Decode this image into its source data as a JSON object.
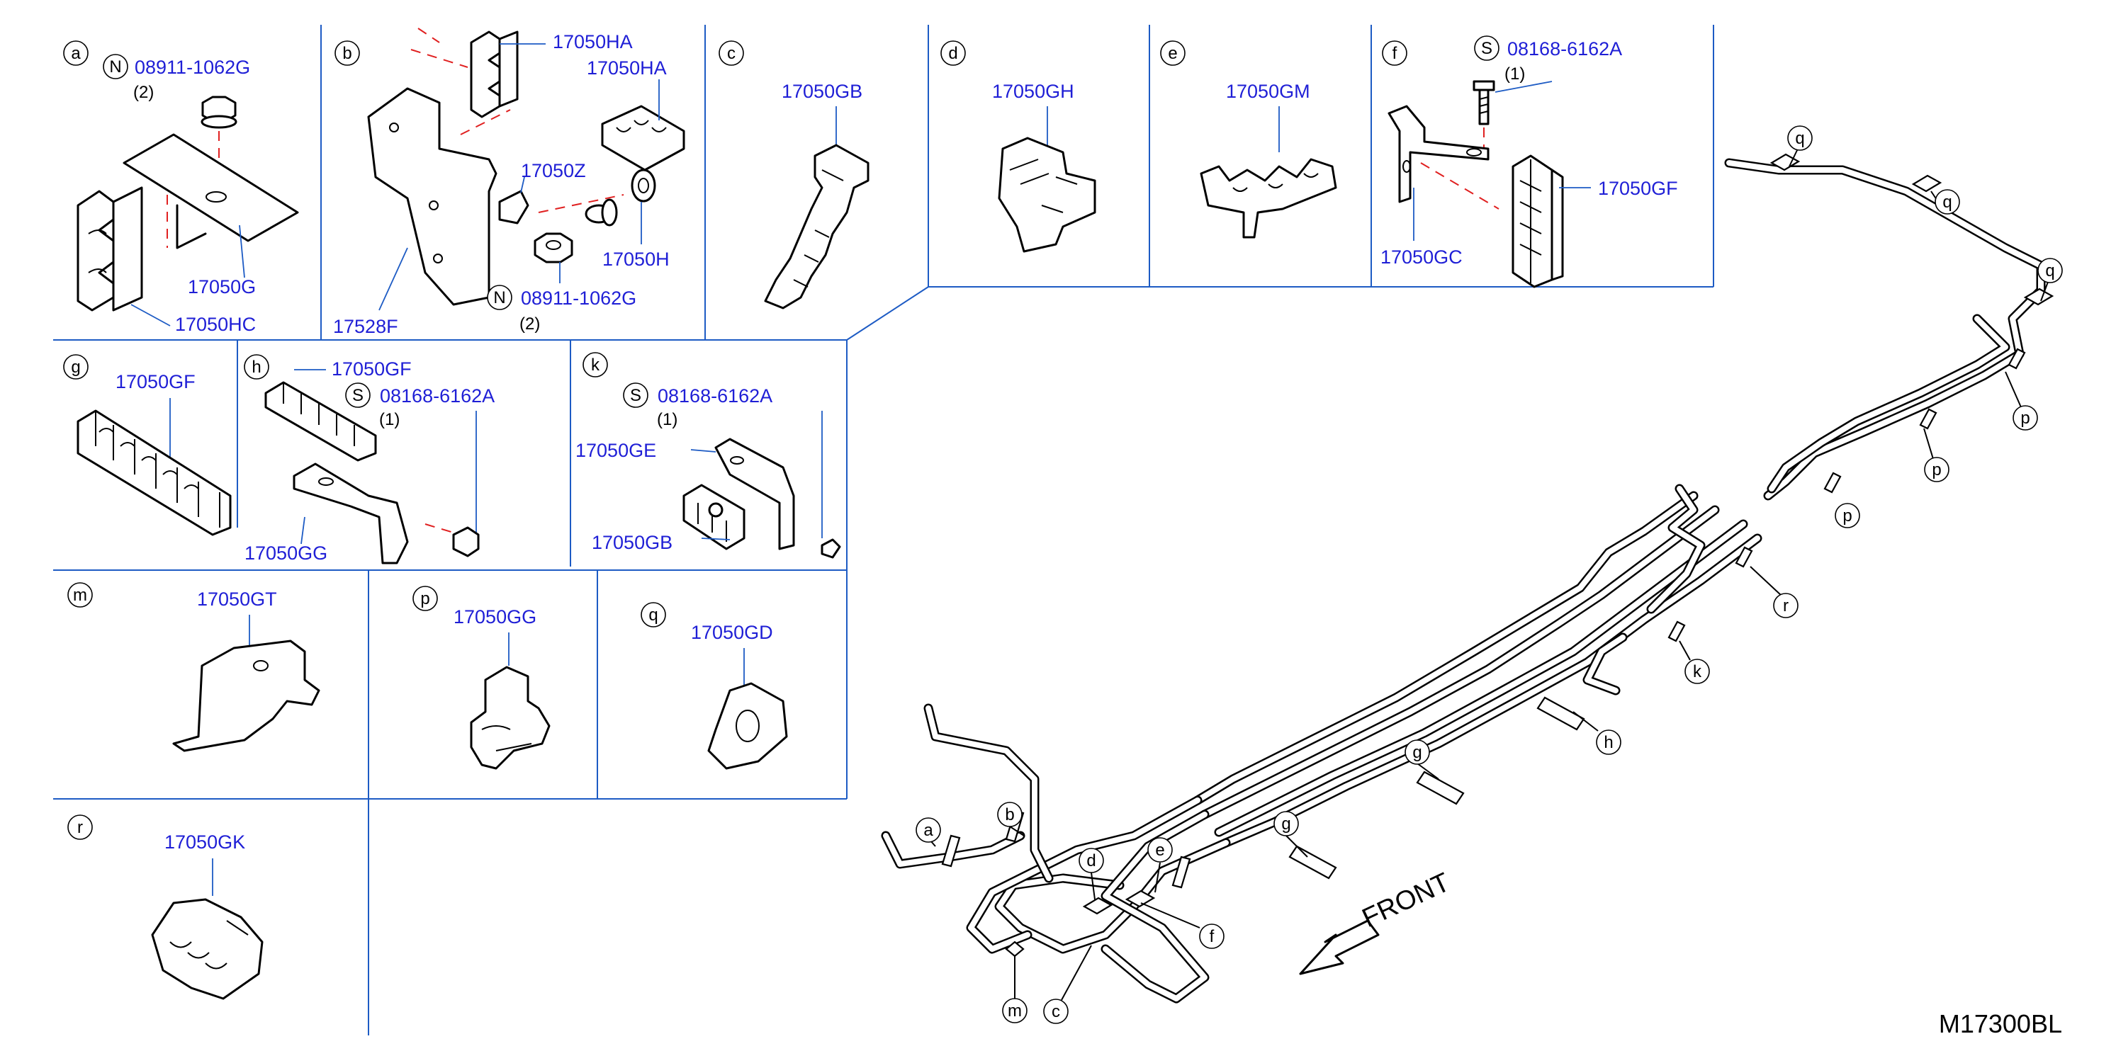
{
  "diagram_code": "M17300BL",
  "front_label": "FRONT",
  "panels": {
    "a": {
      "letter": "a",
      "spec_prefix": "N",
      "spec_part": "08911-1062G",
      "spec_qty": "(2)",
      "parts": [
        "17050G",
        "17050HC"
      ]
    },
    "b": {
      "letter": "b",
      "spec_prefix": "N",
      "spec_part": "08911-1062G",
      "spec_qty": "(2)",
      "parts": [
        "17050HA",
        "17050HA",
        "17050Z",
        "17050H",
        "17528F"
      ]
    },
    "c": {
      "letter": "c",
      "parts": [
        "17050GB"
      ]
    },
    "d": {
      "letter": "d",
      "parts": [
        "17050GH"
      ]
    },
    "e": {
      "letter": "e",
      "parts": [
        "17050GM"
      ]
    },
    "f": {
      "letter": "f",
      "spec_prefix": "S",
      "spec_part": "08168-6162A",
      "spec_qty": "(1)",
      "parts": [
        "17050GF",
        "17050GC"
      ]
    },
    "g": {
      "letter": "g",
      "parts": [
        "17050GF"
      ]
    },
    "h": {
      "letter": "h",
      "spec_prefix": "S",
      "spec_part": "08168-6162A",
      "spec_qty": "(1)",
      "parts": [
        "17050GF",
        "17050GG"
      ]
    },
    "k": {
      "letter": "k",
      "spec_prefix": "S",
      "spec_part": "08168-6162A",
      "spec_qty": "(1)",
      "parts": [
        "17050GE",
        "17050GB"
      ]
    },
    "m": {
      "letter": "m",
      "parts": [
        "17050GT"
      ]
    },
    "p": {
      "letter": "p",
      "parts": [
        "17050GG"
      ]
    },
    "q": {
      "letter": "q",
      "parts": [
        "17050GD"
      ]
    },
    "r": {
      "letter": "r",
      "parts": [
        "17050GK"
      ]
    }
  },
  "callouts": {
    "a": "a",
    "b": "b",
    "c": "c",
    "d": "d",
    "e": "e",
    "f": "f",
    "g": "g",
    "h": "h",
    "k": "k",
    "m": "m",
    "p": "p",
    "q": "q",
    "r": "r"
  },
  "colors": {
    "part_number": "#1f1fd6",
    "grid": "#1d5bc4",
    "hidden_line": "#e02020",
    "line": "#000000"
  }
}
